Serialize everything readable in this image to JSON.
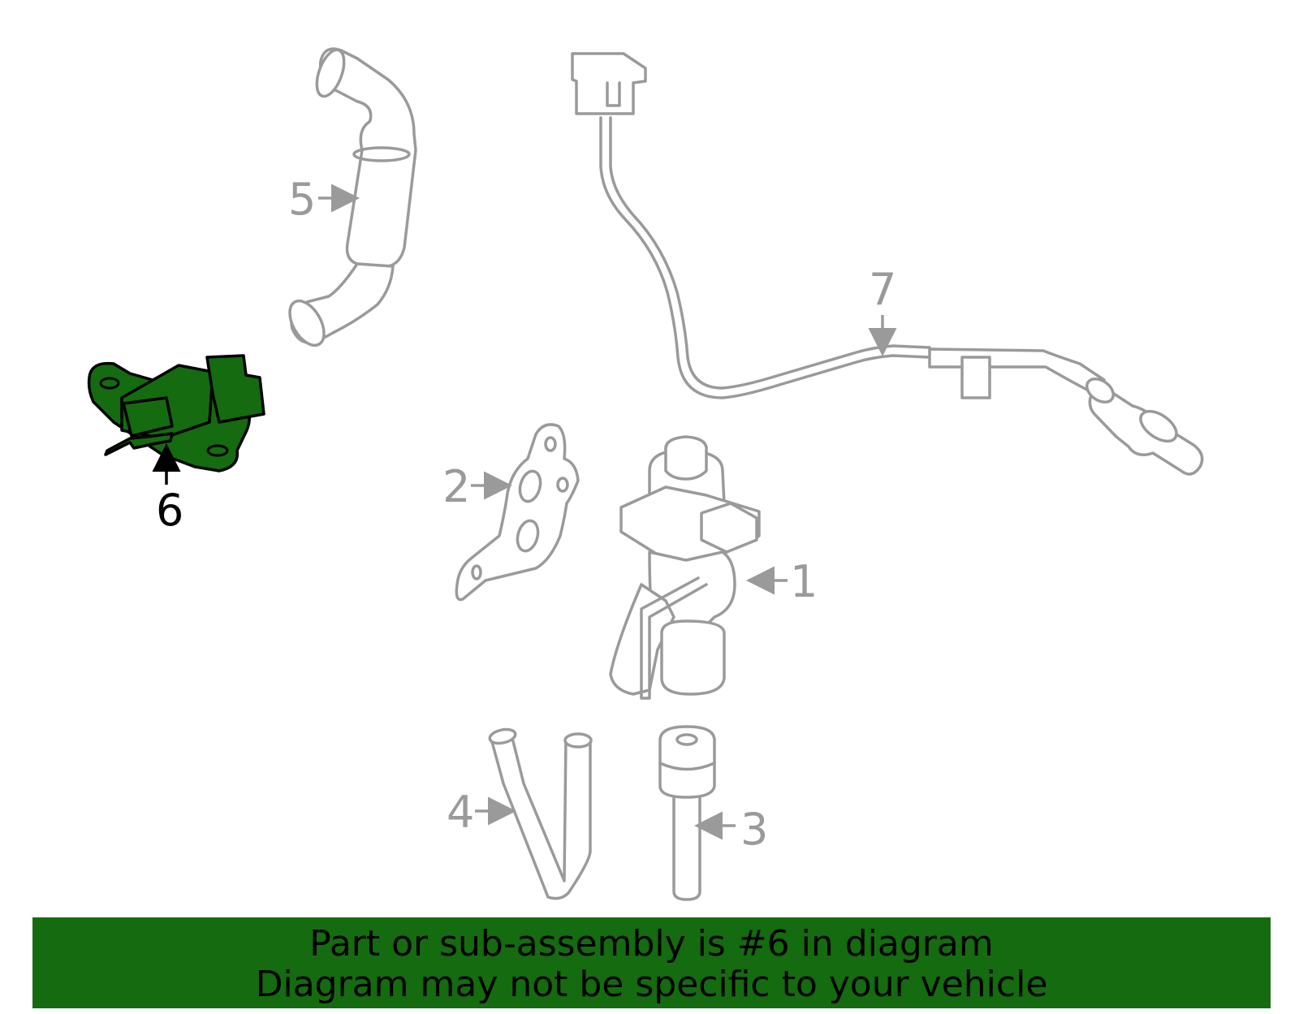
{
  "callouts": {
    "c1": "1",
    "c2": "2",
    "c3": "3",
    "c4": "4",
    "c5": "5",
    "c6": "6",
    "c7": "7"
  },
  "highlighted_part": "6",
  "colors": {
    "highlight": "#156b0f",
    "part_stroke": "#9a9a9a",
    "banner": "#156b0f"
  },
  "banner": {
    "line1": "Part or sub-assembly is #6 in diagram",
    "line2": "Diagram may not be specific to your vehicle"
  }
}
